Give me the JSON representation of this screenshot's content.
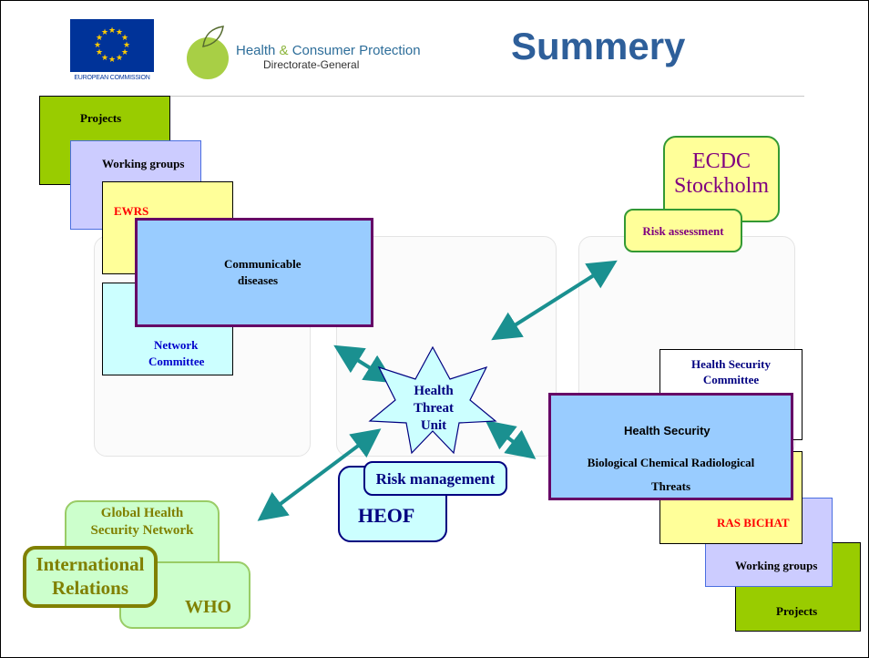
{
  "header": {
    "eu_caption": "EUROPEAN COMMISSION",
    "dg_line1_a": "Health",
    "dg_line1_amp": "&",
    "dg_line1_b": "Consumer Protection",
    "dg_line2": "Directorate-General",
    "title": "Summery"
  },
  "left_stack": {
    "projects": "Projects",
    "working_groups": "Working groups",
    "ewrs": "EWRS",
    "communicable_l1": "Communicable",
    "communicable_l2": "diseases",
    "network_l1": "Network",
    "network_l2": "Committee"
  },
  "ecdc": {
    "line1": "ECDC",
    "line2": "Stockholm",
    "risk_assessment": "Risk assessment"
  },
  "center": {
    "htu_l1": "Health",
    "htu_l2": "Threat",
    "htu_l3": "Unit",
    "risk_management": "Risk management",
    "heof": "HEOF"
  },
  "right_stack": {
    "hsc_l1": "Health Security",
    "hsc_l2": "Committee",
    "hs_title": "Health Security",
    "hs_l2": "Biological Chemical Radiological",
    "hs_l3": "Threats",
    "ras_bichat": "RAS BICHAT",
    "working_groups": "Working groups",
    "projects": "Projects"
  },
  "international": {
    "ghsn_l1": "Global Health",
    "ghsn_l2": "Security Network",
    "ir_l1": "International",
    "ir_l2": "Relations",
    "who": "WHO"
  },
  "colors": {
    "title": "#2e5f9a",
    "green_box": "#99cc00",
    "lavender": "#ccccff",
    "yellow": "#ffff99",
    "blue_box": "#99ccff",
    "cyan_box": "#ccffff",
    "purple_border": "#660066",
    "arrow": "#1a9090",
    "red_text": "#ff0000",
    "navy_text": "#000080",
    "mint": "#ccffcc",
    "olive_text": "#808000",
    "ecdc_text": "#800080"
  }
}
